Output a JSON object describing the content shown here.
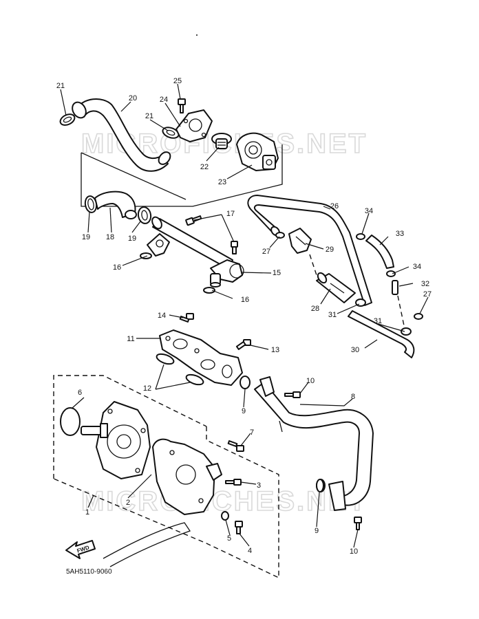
{
  "diagram": {
    "code": "5AH5110-9060",
    "watermarks": [
      "MICROFICHES.NET",
      "MICROFICHES.NET"
    ],
    "direction_label": "FWD",
    "callouts": {
      "c1": "1",
      "c2": "2",
      "c3": "3",
      "c4": "4",
      "c5": "5",
      "c6": "6",
      "c7": "7",
      "c8": "8",
      "c9a": "9",
      "c9b": "9",
      "c10a": "10",
      "c10b": "10",
      "c11": "11",
      "c12": "12",
      "c13": "13",
      "c14": "14",
      "c15": "15",
      "c16a": "16",
      "c16b": "16",
      "c17": "17",
      "c18": "18",
      "c19a": "19",
      "c19b": "19",
      "c20": "20",
      "c21a": "21",
      "c21b": "21",
      "c22": "22",
      "c23": "23",
      "c24": "24",
      "c25": "25",
      "c26": "26",
      "c27a": "27",
      "c27b": "27",
      "c28": "28",
      "c29": "29",
      "c30": "30",
      "c31a": "31",
      "c31b": "31",
      "c32": "32",
      "c33": "33",
      "c34a": "34",
      "c34b": "34"
    }
  }
}
